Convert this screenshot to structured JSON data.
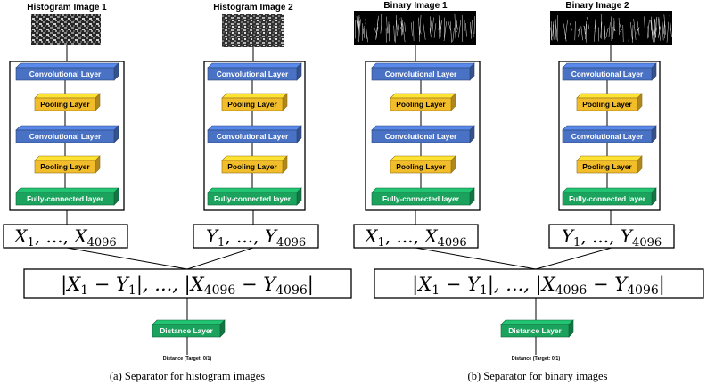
{
  "colors": {
    "conv_layer": "#4a72c4",
    "pool_layer": "#f2bd2a",
    "fc_layer": "#1ba35e",
    "distance_layer": "#1ba35e",
    "hist_image": "#2b2b2b",
    "binary_image": "#000000"
  },
  "panel_a": {
    "caption": "(a) Separator for histogram images",
    "image_titles": [
      "Histogram Image 1",
      "Histogram Image 2"
    ],
    "layers": [
      "Convolutional Layer",
      "Pooling Layer",
      "Convolutional Layer",
      "Pooling Layer",
      "Fully-connected layer"
    ],
    "left_vector": {
      "symbol": "X",
      "first_sub": "1",
      "dots": ", ..., ",
      "last_sub": "4096"
    },
    "right_vector": {
      "symbol": "Y",
      "first_sub": "1",
      "dots": ", ..., ",
      "last_sub": "4096"
    },
    "diff_vector": {
      "part1": "|X",
      "sub1": "1",
      "part2": " − Y",
      "sub2": "1",
      "part3": "|, ..., |X",
      "sub3": "4096",
      "part4": " − Y",
      "sub4": "4096",
      "part5": "|"
    },
    "distance_layer": "Distance Layer",
    "target": "Distance (Target: 0/1)"
  },
  "panel_b": {
    "caption": "(b) Separator for binary images",
    "image_titles": [
      "Binary Image 1",
      "Binary Image 2"
    ],
    "layers": [
      "Convolutional Layer",
      "Pooling Layer",
      "Convolutional Layer",
      "Pooling Layer",
      "Fully-connected layer"
    ],
    "left_vector": {
      "symbol": "X",
      "first_sub": "1",
      "dots": ", ..., ",
      "last_sub": "4096"
    },
    "right_vector": {
      "symbol": "Y",
      "first_sub": "1",
      "dots": ", ..., ",
      "last_sub": "4096"
    },
    "diff_vector": {
      "part1": "|X",
      "sub1": "1",
      "part2": " − Y",
      "sub2": "1",
      "part3": "|, ..., |X",
      "sub3": "4096",
      "part4": " − Y",
      "sub4": "4096",
      "part5": "|"
    },
    "distance_layer": "Distance Layer",
    "target": "Distance (Target: 0/1)"
  }
}
